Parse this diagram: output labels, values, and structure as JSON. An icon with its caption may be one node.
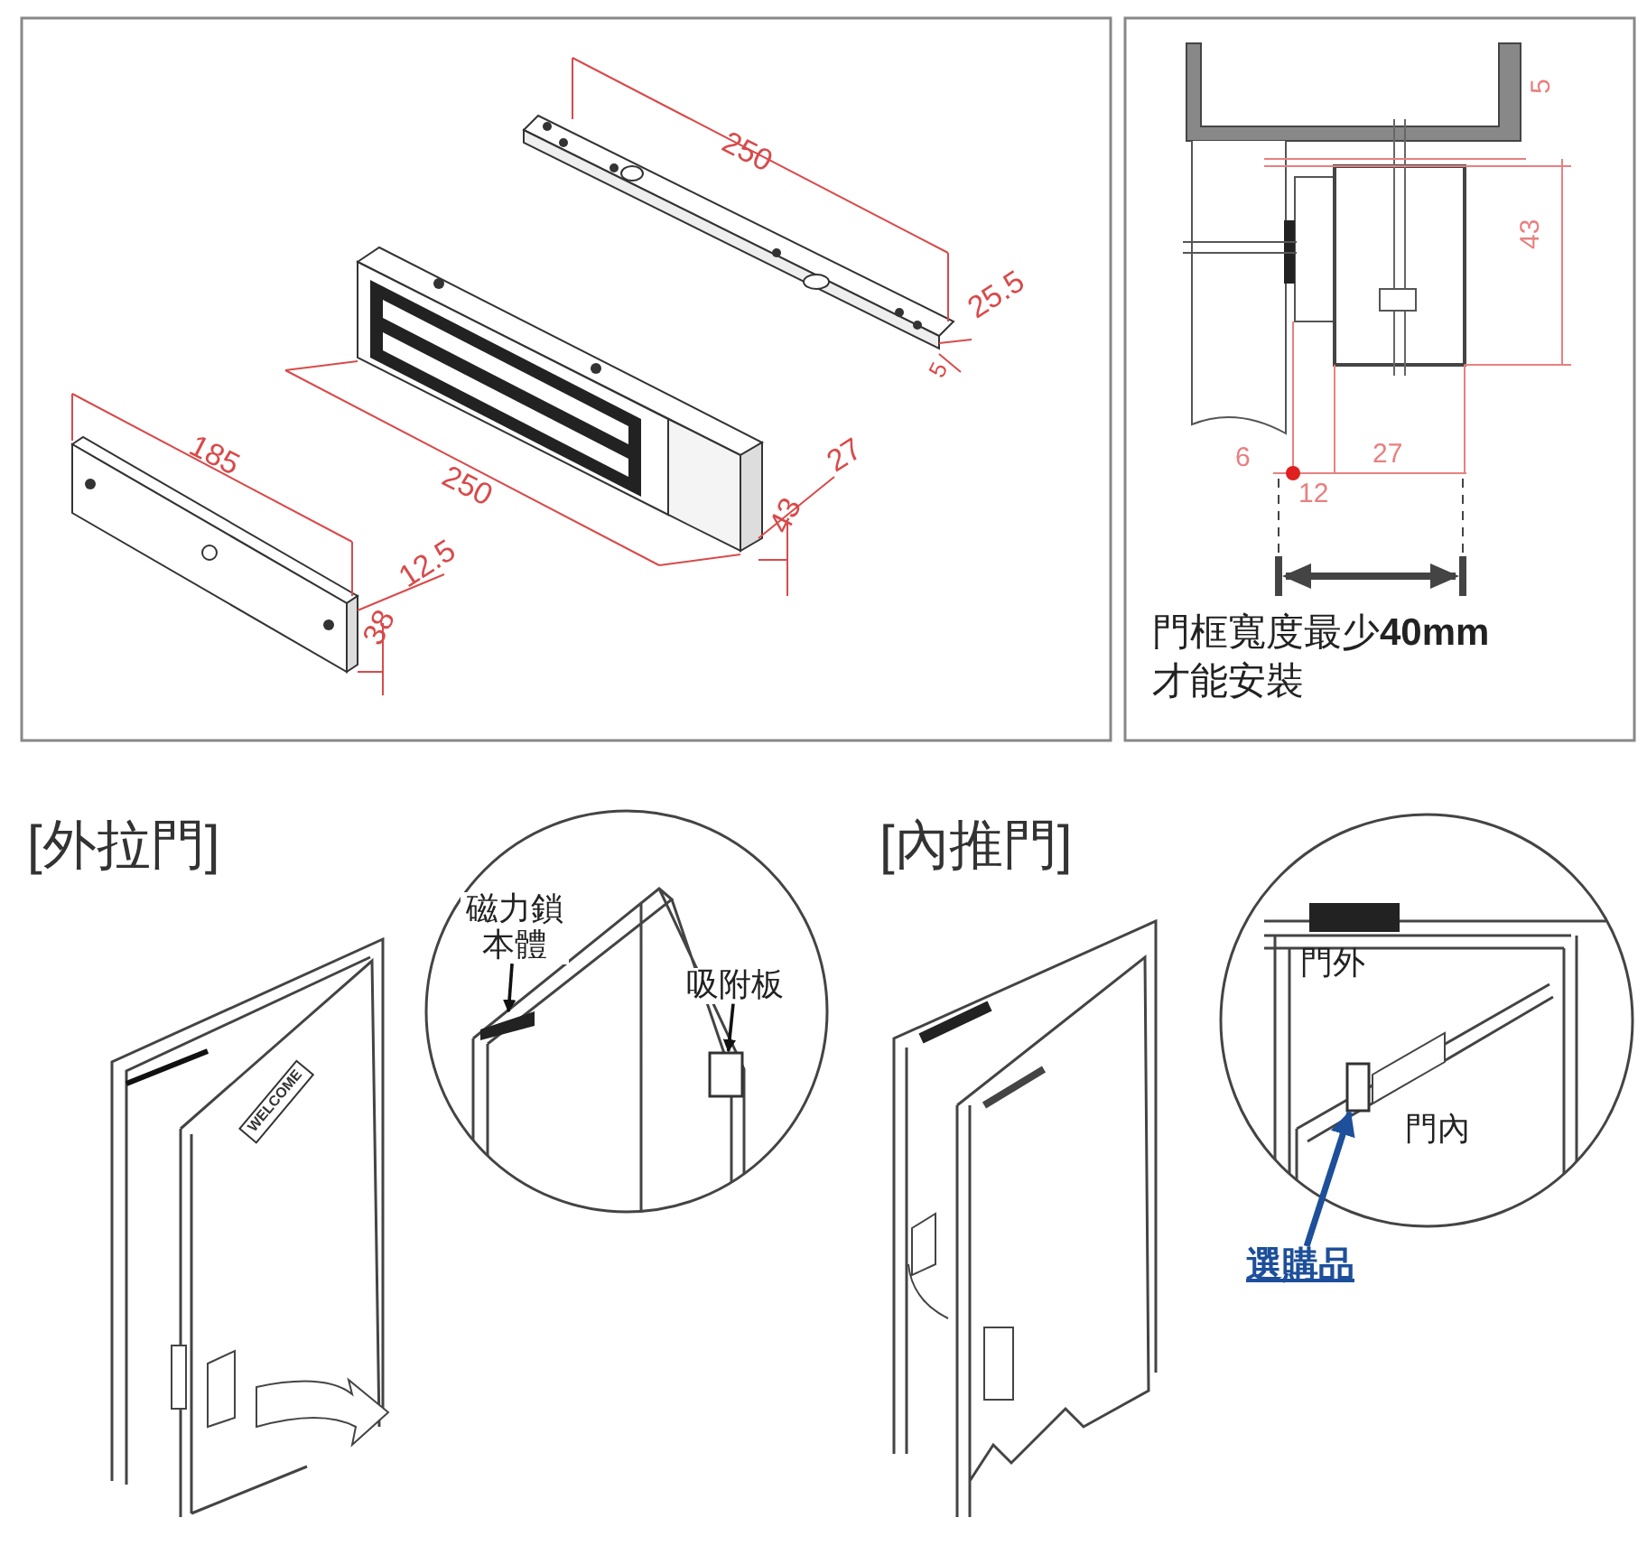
{
  "diagram": {
    "nodes": [
      {
        "text": [
          "磁力鎖本體"
        ]
      },
      {
        "text": [],
        "shape": "bar"
      },
      {
        "text": [
          "吸附板"
        ]
      },
      {
        "text": [],
        "shape": "box"
      },
      {
        "text": [
          "選購品"
        ]
      },
      {
        "text": [],
        "shape": "box"
      }
    ],
    "edges": [
      {
        "from": 0,
        "to": 1,
        "arrow": "to"
      },
      {
        "from": 2,
        "to": 3,
        "arrow": "to"
      },
      {
        "from": 4,
        "to": 5,
        "arrow": "to",
        "style": "thick",
        "color": "#1d4f9a"
      }
    ],
    "labels": [
      "250",
      "25.5",
      "5",
      "250",
      "27",
      "43",
      "185",
      "12.5",
      "38",
      "5",
      "43",
      "6",
      "27",
      "12",
      "門框寬度最少**40mm**才能安裝",
      "[外拉門]",
      "WELCOME",
      "[內推門]",
      "門外",
      "門內"
    ]
  }
}
